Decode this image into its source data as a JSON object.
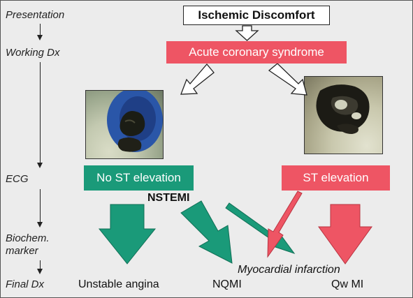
{
  "stages": {
    "presentation": "Presentation",
    "working_dx": "Working Dx",
    "ecg": "ECG",
    "biochem_line1": "Biochem.",
    "biochem_line2": "marker",
    "final_dx": "Final Dx"
  },
  "boxes": {
    "ischemic": "Ischemic Discomfort",
    "acs": "Acute coronary syndrome",
    "no_st": "No ST elevation",
    "st": "ST elevation"
  },
  "labels": {
    "nstemi": "NSTEMI",
    "myocardial_infarction": "Myocardial infarction",
    "unstable_angina": "Unstable angina",
    "nqmi": "NQMI",
    "qwmi": "Qw MI"
  },
  "colors": {
    "red": "#ee5564",
    "green": "#1a9a79"
  }
}
